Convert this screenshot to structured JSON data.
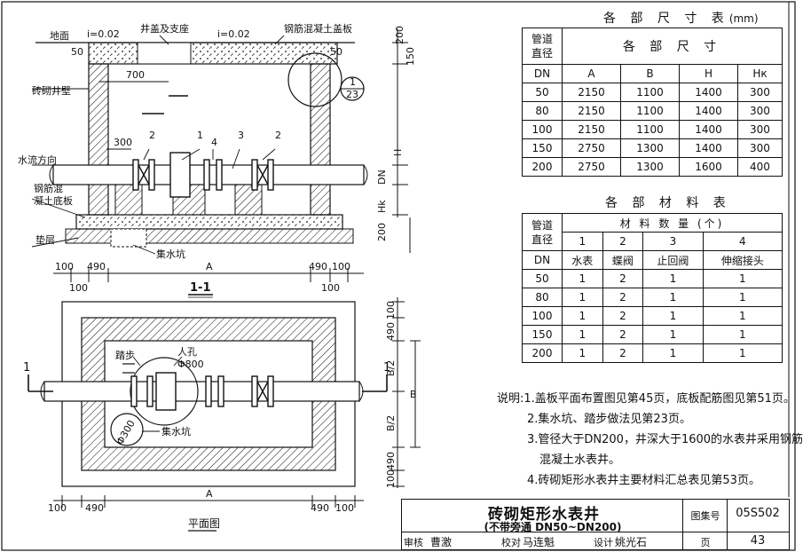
{
  "section": {
    "ground": "地面",
    "slope_left": "i=0.02",
    "slope_right": "i=0.02",
    "cover_support": "井盖及支座",
    "rc_slab": "钢筋混凝土盖板",
    "brick_wall": "砖砌井壁",
    "flow_dir": "水流方向",
    "rc_bottom_1": "钢筋混",
    "rc_bottom_2": "凝土底板",
    "cushion": "垫层",
    "sump": "集水坑",
    "callout_num": "1",
    "callout_page": "23",
    "title": "1-1",
    "dims": {
      "d50a": "50",
      "d50b": "50",
      "d700": "700",
      "d300": "300",
      "d100": "100",
      "d490": "490",
      "A": "A",
      "H": "H",
      "DN": "DN",
      "Hk": "Hk",
      "d200a": "200",
      "d200b": "200",
      "d150": "150"
    },
    "items": [
      "2",
      "1",
      "4",
      "3",
      "2"
    ]
  },
  "plan": {
    "title": "平面图",
    "step": "踏步",
    "manhole": "人孔",
    "manhole_dia": "Φ800",
    "sump": "集水坑",
    "sump_dia": "Φ300",
    "cut_mark": "1",
    "dims": {
      "d100": "100",
      "d490": "490",
      "A": "A",
      "B": "B",
      "B2": "B/2"
    }
  },
  "size_table": {
    "title": "各 部 尺 寸 表",
    "unit": "(mm)",
    "h_pipe1": "管道",
    "h_pipe2": "直径",
    "h_dn": "DN",
    "h_group": "各 部 尺 寸",
    "cols": [
      "A",
      "B",
      "H",
      "Hк"
    ],
    "rows": [
      [
        "50",
        "2150",
        "1100",
        "1400",
        "300"
      ],
      [
        "80",
        "2150",
        "1100",
        "1400",
        "300"
      ],
      [
        "100",
        "2150",
        "1100",
        "1400",
        "300"
      ],
      [
        "150",
        "2750",
        "1300",
        "1400",
        "300"
      ],
      [
        "200",
        "2750",
        "1300",
        "1600",
        "400"
      ]
    ]
  },
  "mat_table": {
    "title": "各 部 材 料 表",
    "h_pipe1": "管道",
    "h_pipe2": "直径",
    "h_dn": "DN",
    "h_group": "材 料 数 量 (个)",
    "nums": [
      "1",
      "2",
      "3",
      "4"
    ],
    "names": [
      "水表",
      "蝶阀",
      "止回阀",
      "伸缩接头"
    ],
    "rows": [
      [
        "50",
        "1",
        "2",
        "1",
        "1"
      ],
      [
        "80",
        "1",
        "2",
        "1",
        "1"
      ],
      [
        "100",
        "1",
        "2",
        "1",
        "1"
      ],
      [
        "150",
        "1",
        "2",
        "1",
        "1"
      ],
      [
        "200",
        "1",
        "2",
        "1",
        "1"
      ]
    ]
  },
  "notes": {
    "label": "说明:",
    "items": [
      "1.盖板平面布置图见第45页，底板配筋图见第51页。",
      "2.集水坑、踏步做法见第23页。",
      "3.管径大于DN200，井深大于1600的水表井采用钢筋",
      "混凝土水表井。",
      "4.砖砌矩形水表井主要材料汇总表见第53页。"
    ]
  },
  "title_block": {
    "title": "砖砌矩形水表井",
    "subtitle": "(不带旁通 DN50~DN200)",
    "atlas_label": "图集号",
    "atlas_no": "05S502",
    "review_label": "审核",
    "reviewer": "曹激",
    "check_label": "校对",
    "checker": "马连魁",
    "design_label": "设计",
    "designer": "姚光石",
    "page_label": "页",
    "page_no": "43"
  }
}
